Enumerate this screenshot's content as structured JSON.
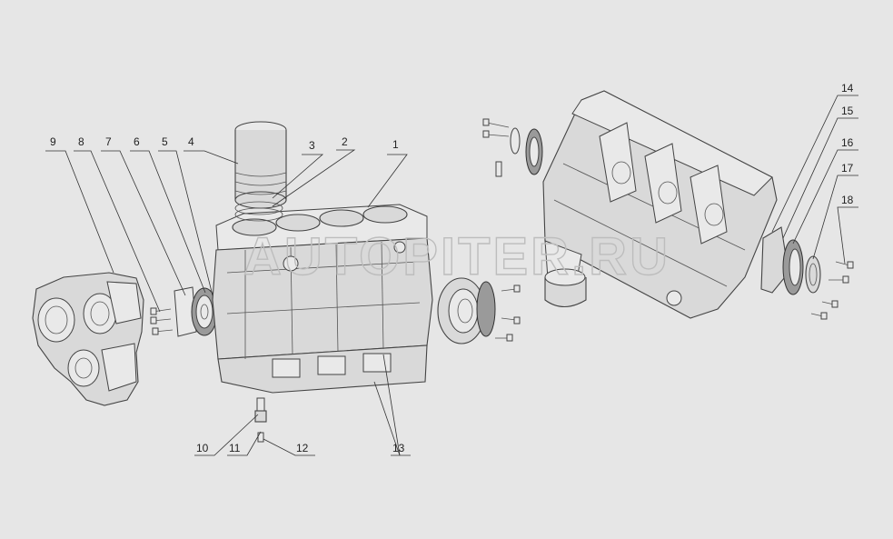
{
  "watermark": "AUTOPITER.RU",
  "callouts": [
    {
      "n": "1"
    },
    {
      "n": "2"
    },
    {
      "n": "3"
    },
    {
      "n": "4"
    },
    {
      "n": "5"
    },
    {
      "n": "6"
    },
    {
      "n": "7"
    },
    {
      "n": "8"
    },
    {
      "n": "9"
    },
    {
      "n": "10"
    },
    {
      "n": "11"
    },
    {
      "n": "12"
    },
    {
      "n": "13"
    },
    {
      "n": "14"
    },
    {
      "n": "15"
    },
    {
      "n": "16"
    },
    {
      "n": "17"
    },
    {
      "n": "18"
    }
  ],
  "colors": {
    "background": "#e6e6e6",
    "line": "#333333"
  }
}
